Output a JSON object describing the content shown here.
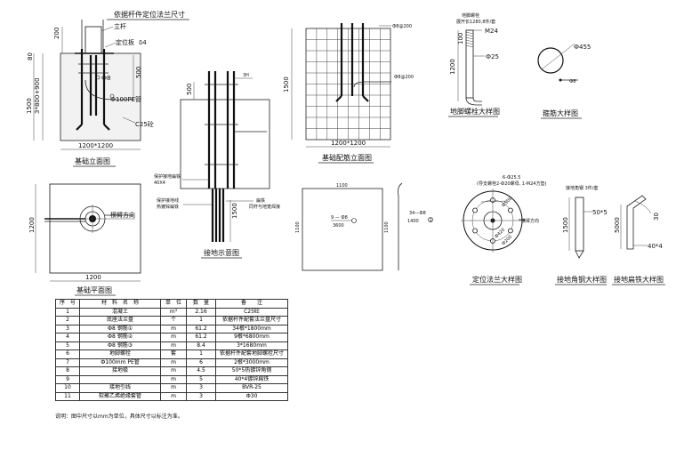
{
  "foundation_elevation": {
    "top_label": "依据杆件定位法兰尺寸",
    "pole_label": "立杆",
    "plate_label": "定位板",
    "plate_thk": "δ4",
    "top_gap": "200",
    "cover": "80",
    "side_depth": "3*800+900",
    "total_depth": "1500",
    "mid_depth": "500",
    "bar_mark": "Ф8",
    "pipe_label": "Ф100PE管",
    "concrete": "C25砼",
    "width": "1200*1200",
    "caption": "基础立面图"
  },
  "grounding": {
    "pipe_top": "3H",
    "depth_top": "500",
    "label_cable": "保护接地扁铁",
    "label_cable_spec": "40X4",
    "label_lead": "保护接地线",
    "label_lead_spec": "热镀锌扁铁",
    "label_weld": "扁铁",
    "label_weld2": "同杆与地笼焊接",
    "depth_bottom": "1500",
    "caption": "接地示意图"
  },
  "cage": {
    "height": "1500",
    "width": "1200*1200",
    "tag_top": "Ф8@200",
    "tag_mid": "Ф8@200",
    "caption": "基础配筋立面图"
  },
  "bolt": {
    "title": "地脚螺栓",
    "title2": "展开长1280,8件/套",
    "thread": "M24",
    "len_top": "100",
    "length": "1200",
    "dia": "Ф25",
    "caption": "地脚螺栓大样图"
  },
  "stirrup": {
    "dia": "Ф455",
    "bar": "Ф8",
    "caption": "箍筋大样图"
  },
  "plan": {
    "side": "1200",
    "bottom": "1200",
    "arm_dir": "横臂方向",
    "caption": "基础平面图"
  },
  "rebar_detail": {
    "top": "1100",
    "left": "1100",
    "right": "1100",
    "bar_mark": "9 — Ф8",
    "bar_len": "3600",
    "hook_mark": "34—Ф8",
    "hook_len": "1400",
    "hook_no": "1"
  },
  "flange": {
    "top1": "6-Ф25.5",
    "top2": "(导支螺栓2-Ф20螺母, 1-M24方垫)",
    "d1": "Ф500",
    "d2": "Ф420",
    "d3": "Ф200",
    "arm_dir": "横臂方向",
    "caption": "定位法兰大样图"
  },
  "angle": {
    "title": "接地角钢 3件/套",
    "length": "1500",
    "spec": "50*5",
    "caption": "接地角钢大样图"
  },
  "flatbar": {
    "length": "5000",
    "angle": "30",
    "spec": "40*4",
    "caption": "接地扁铁大样图"
  },
  "bom": {
    "headers": [
      "序　号",
      "材　料　名　称",
      "单　位",
      "数　量",
      "备　　注"
    ],
    "rows": [
      [
        "1",
        "混凝土",
        "m³",
        "2.16",
        "C25砼"
      ],
      [
        "2",
        "底座法兰盘",
        "个",
        "1",
        "依据杆件配套法兰盘尺寸"
      ],
      [
        "3",
        "Ф8 钢筋①",
        "m",
        "61.2",
        "34根*1800mm"
      ],
      [
        "4",
        "Ф8 钢筋②",
        "m",
        "61.2",
        "9根*6800mm"
      ],
      [
        "5",
        "Ф8 钢筋③",
        "m",
        "8.4",
        "3*1680mm"
      ],
      [
        "6",
        "地脚螺栓",
        "套",
        "1",
        "依据杆件配套地脚螺栓尺寸"
      ],
      [
        "7",
        "Ф100mm PE管",
        "m",
        "6",
        "2根*3000mm"
      ],
      [
        "8",
        "接地极",
        "m",
        "4.5",
        "50*5热镀锌角钢"
      ],
      [
        "9",
        "",
        "m",
        "5",
        "40*4镀锌扁铁"
      ],
      [
        "10",
        "接地引线",
        "m",
        "3",
        "BVR-25"
      ],
      [
        "11",
        "软聚乙烯绝缘套管",
        "m",
        "3",
        "Ф30"
      ]
    ]
  },
  "note": "说明：图中尺寸以mm为单位，具体尺寸以标注为准。"
}
